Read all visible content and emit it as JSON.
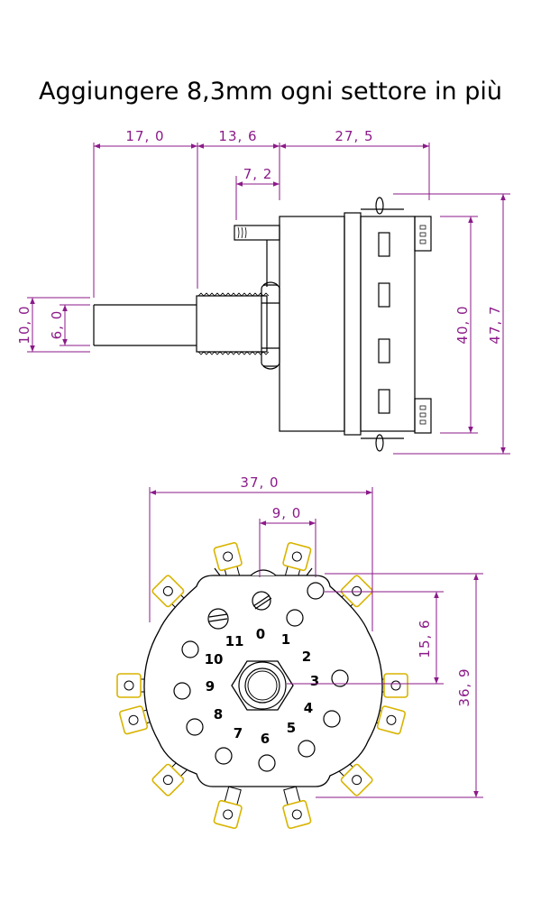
{
  "title": "Aggiungere 8,3mm ogni settore in più",
  "colors": {
    "dimension": "#8b1a89",
    "lug": "#d8b400",
    "outline": "#000000"
  },
  "side_view": {
    "dims": {
      "shaft_length": "17, 0",
      "bushing_length": "13, 6",
      "body_length": "27, 5",
      "flat_length": "7, 2",
      "bushing_diameter": "10, 0",
      "shaft_diameter": "6, 0",
      "deck_inner": "40, 0",
      "overall_height": "47, 7"
    }
  },
  "front_view": {
    "dims": {
      "overall_width": "37, 0",
      "pin_pitch": "9, 0",
      "center_offset": "15, 6",
      "overall_height": "36, 9"
    },
    "positions": [
      "0",
      "1",
      "2",
      "3",
      "4",
      "5",
      "6",
      "7",
      "8",
      "9",
      "10",
      "11"
    ]
  }
}
